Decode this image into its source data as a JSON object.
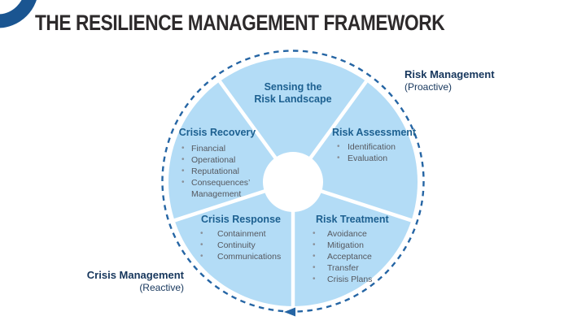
{
  "title": "THE RESILIENCE MANAGEMENT FRAMEWORK",
  "diagram": {
    "segments": [
      {
        "id": "sensing",
        "label": "Sensing the\nRisk Landscape",
        "bullets": []
      },
      {
        "id": "risk-assessment",
        "label": "Risk Assessment",
        "bullets": [
          "Identification",
          "Evaluation"
        ]
      },
      {
        "id": "risk-treatment",
        "label": "Risk Treatment",
        "bullets": [
          "Avoidance",
          "Mitigation",
          "Acceptance",
          "Transfer",
          "Crisis Plans"
        ]
      },
      {
        "id": "crisis-response",
        "label": "Crisis Response",
        "bullets": [
          "Containment",
          "Continuity",
          "Communications"
        ]
      },
      {
        "id": "crisis-recovery",
        "label": "Crisis Recovery",
        "bullets": [
          "Financial",
          "Operational",
          "Reputational",
          "Consequences’ Management"
        ]
      }
    ],
    "outer_labels": {
      "proactive": {
        "label": "Risk Management",
        "sublabel": "(Proactive)"
      },
      "reactive": {
        "label": "Crisis Management",
        "sublabel": "(Reactive)"
      }
    },
    "colors": {
      "title-color": "#2d2a2b",
      "logo-blue": "#1a5591",
      "segment-fill": "#b3dcf6",
      "dashed-stroke": "#2565a4",
      "header-blue": "#1d6090",
      "bullet-text": "#55585f",
      "bullet-dot": "#8a9099",
      "outer-label": "#16365c"
    }
  }
}
